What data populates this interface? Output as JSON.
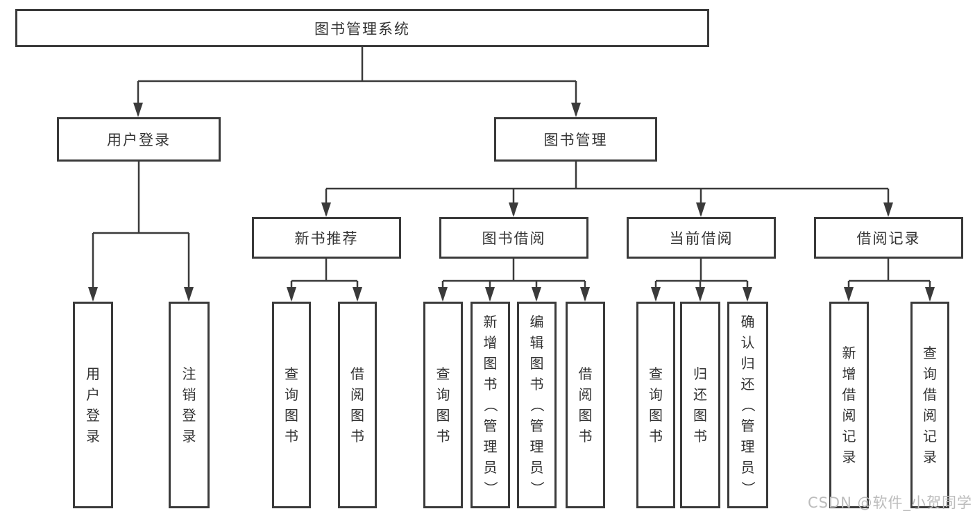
{
  "tree": {
    "root": "图书管理系统",
    "children": [
      {
        "label": "用户登录",
        "children": [
          "用户登录",
          "注销登录"
        ]
      },
      {
        "label": "图书管理",
        "children": [
          {
            "label": "新书推荐",
            "children": [
              "查询图书",
              "借阅图书"
            ]
          },
          {
            "label": "图书借阅",
            "children": [
              "查询图书",
              "新增图书（管理员）",
              "编辑图书（管理员）",
              "借阅图书"
            ]
          },
          {
            "label": "当前借阅",
            "children": [
              "查询图书",
              "归还图书",
              "确认归还（管理员）"
            ]
          },
          {
            "label": "借阅记录",
            "children": [
              "新增借阅记录",
              "查询借阅记录"
            ]
          }
        ]
      }
    ]
  },
  "watermark": "CSDN @软件_小贺同学",
  "colors": {
    "line": "#3a3a3a",
    "text": "#333333",
    "watermark": "#bcbcbc",
    "background": "#ffffff"
  }
}
